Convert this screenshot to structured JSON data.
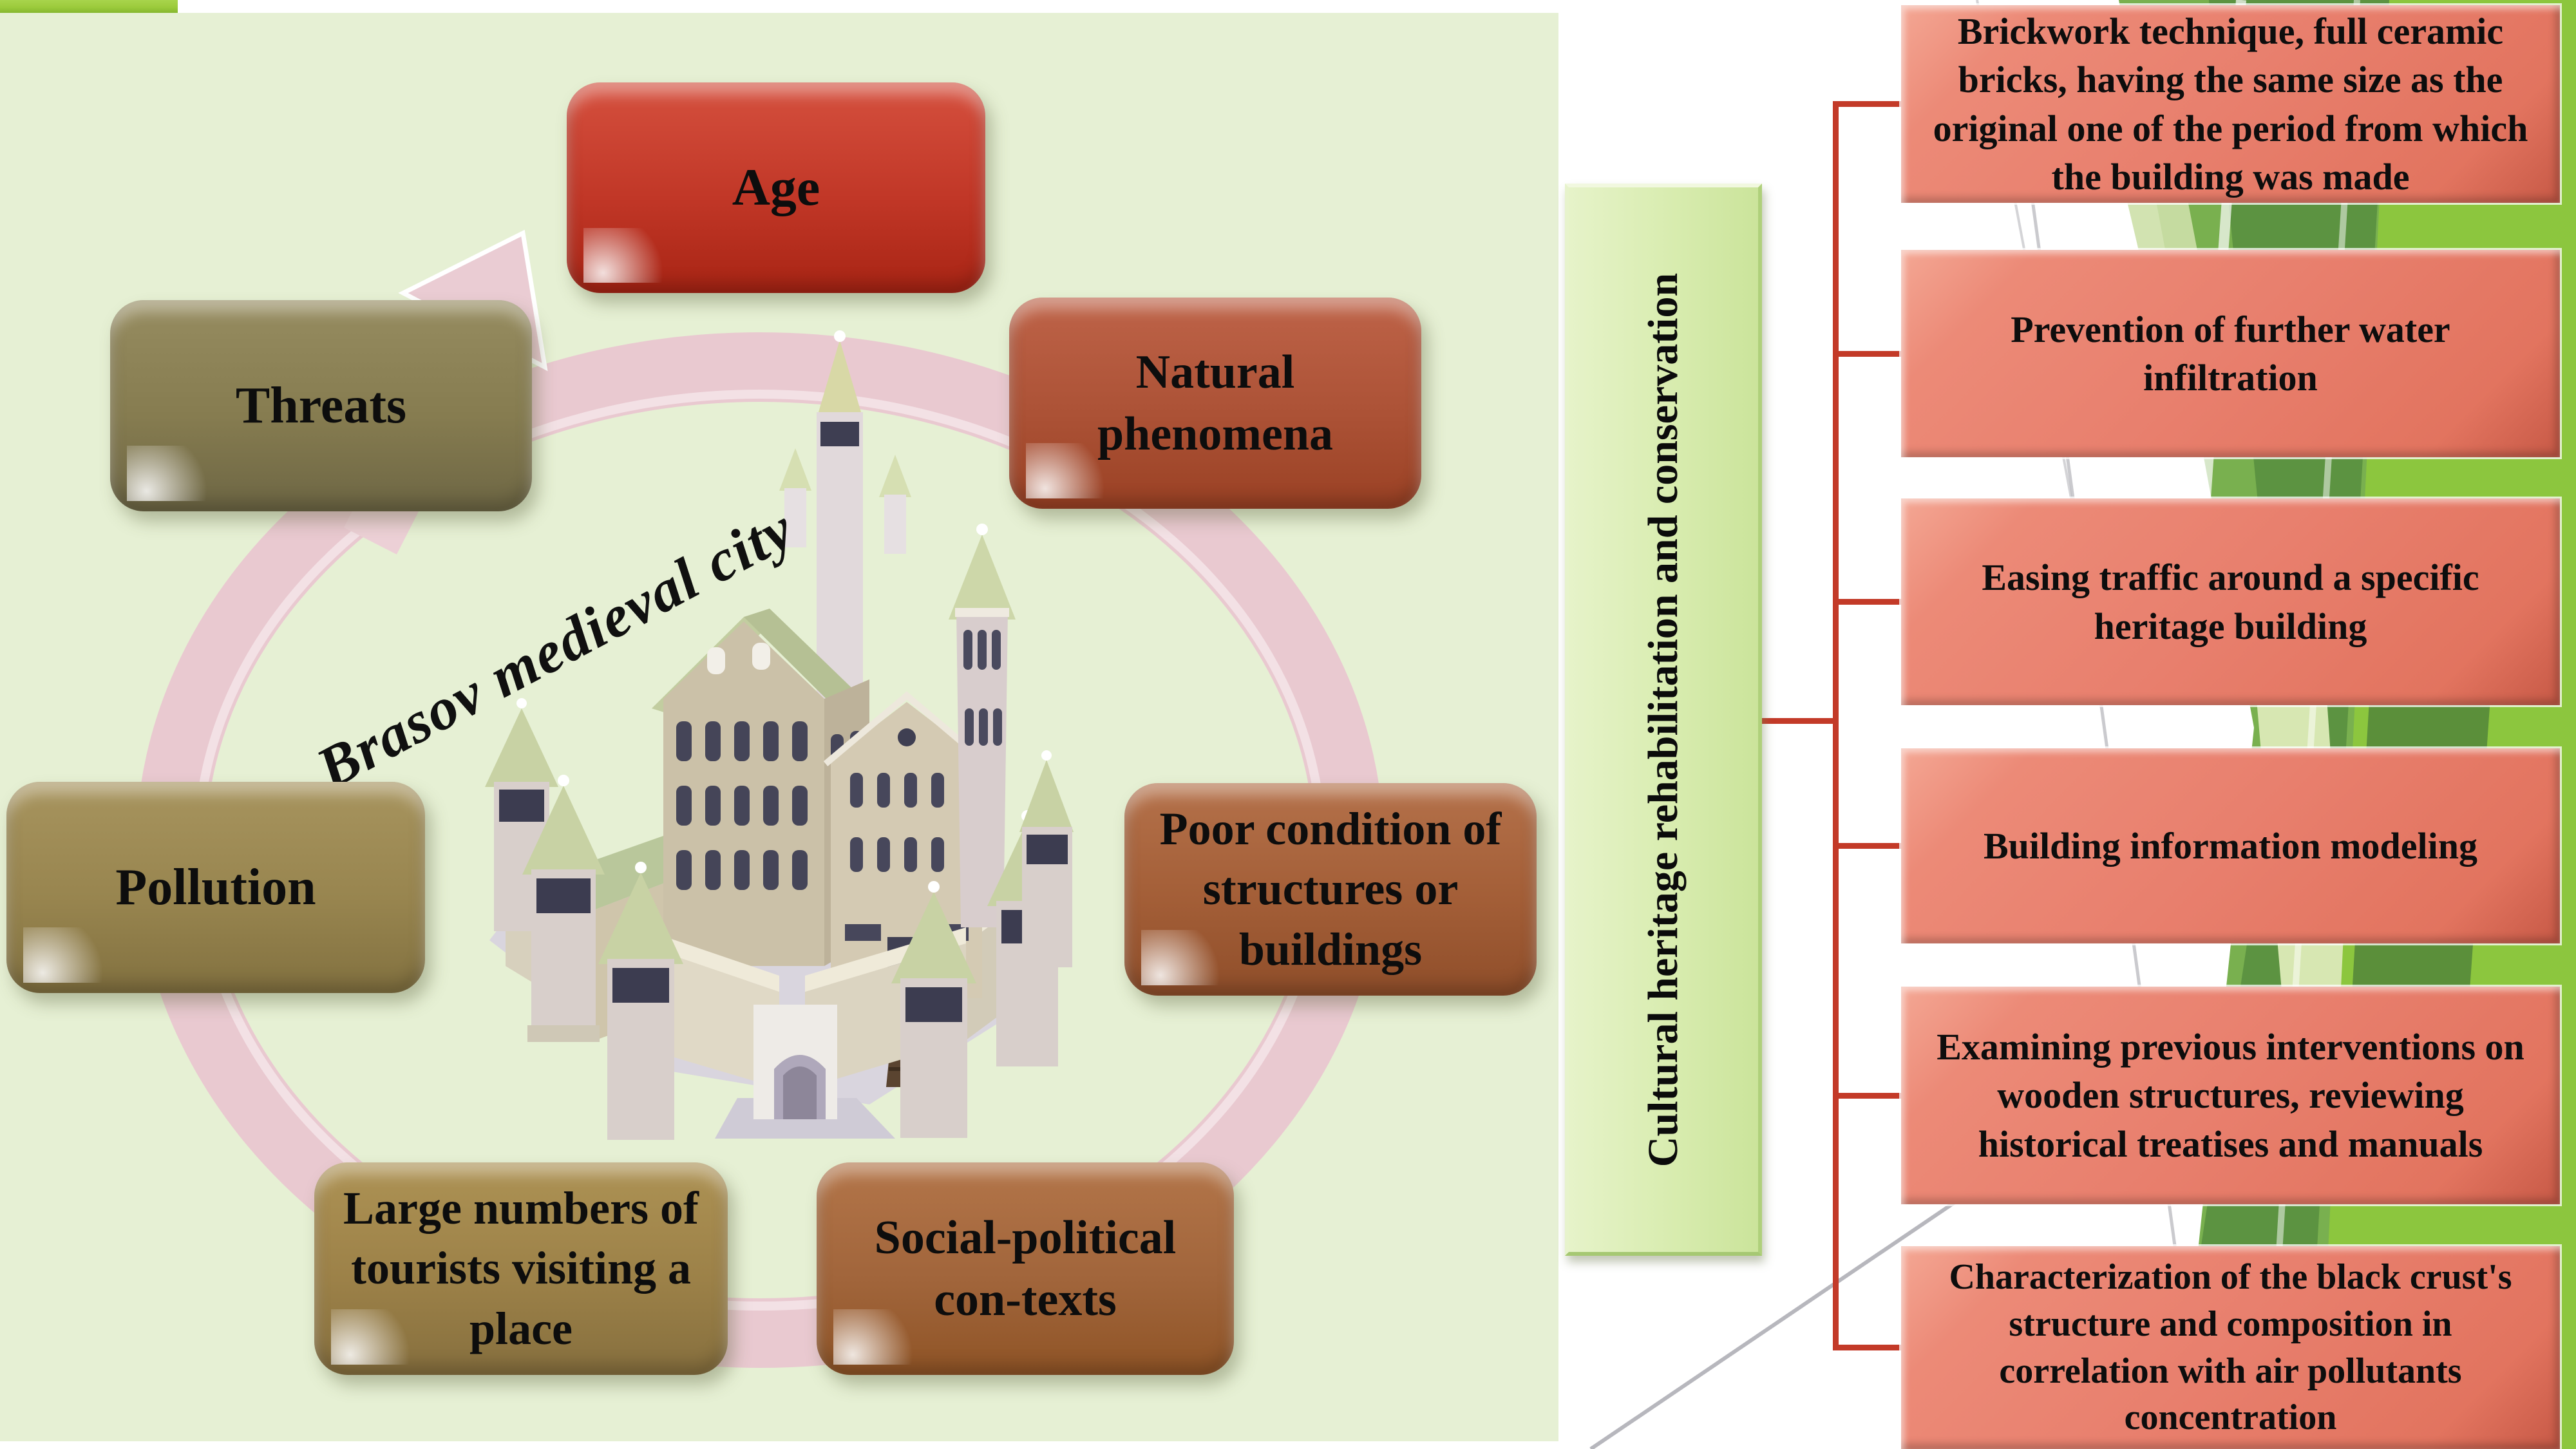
{
  "left_panel": {
    "background_color": "#E6F0D4",
    "top_bar_color": "#9CCB3C",
    "ring_color": "#E9C9D0",
    "center_label": "Brasov medieval city",
    "castle_icon": "medieval-castle-illustration",
    "cycle": [
      {
        "label": "Age",
        "color": "#C13727"
      },
      {
        "label": "Natural phenomena",
        "color": "#AC5236"
      },
      {
        "label": "Poor condition of structures or buildings",
        "color": "#A35E37"
      },
      {
        "label": "Social-political con-texts",
        "color": "#A1653B"
      },
      {
        "label": "Large numbers of tourists visiting a place",
        "color": "#9C8148"
      },
      {
        "label": "Pollution",
        "color": "#98854F"
      },
      {
        "label": "Threats",
        "color": "#867C50"
      }
    ]
  },
  "right_panel": {
    "root_label": "Cultural heritage rehabilitation and conservation",
    "root_color": "#D8ECAF",
    "connector_color": "#C33A28",
    "branch_color": "#E87F6D",
    "accent_greens": [
      "#79B04F",
      "#5B9140",
      "#8CC63E",
      "#D7E7B2"
    ],
    "branches": [
      {
        "label": "Brickwork technique, full ceramic bricks, having the same size as the original one of the period from which the building was made"
      },
      {
        "label": "Prevention of further water infiltration"
      },
      {
        "label": "Easing traffic around a specific heritage building"
      },
      {
        "label": "Building information modeling"
      },
      {
        "label": "Examining previous interventions on wooden structures, reviewing historical treatises and manuals"
      },
      {
        "label": "Characterization of the black crust's structure and composition in correlation with air pollutants concentration"
      }
    ]
  }
}
